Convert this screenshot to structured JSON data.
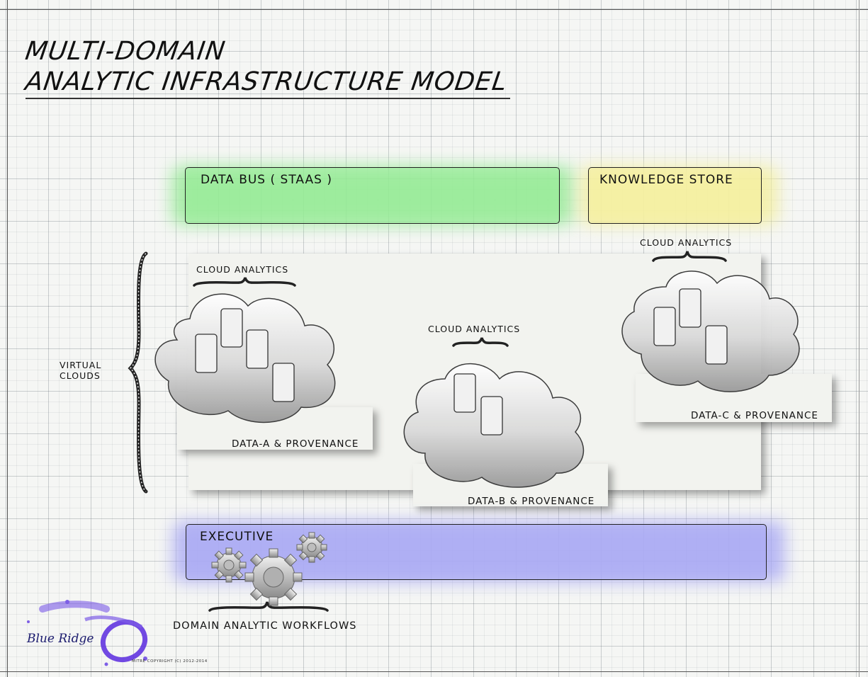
{
  "title": {
    "line1": "MULTI-DOMAIN",
    "line2": "ANALYTIC INFRASTRUCTURE MODEL"
  },
  "data_bus": {
    "label": "DATA BUS ( STAAS )",
    "color": "#8ee88e"
  },
  "knowledge_store": {
    "label": "KNOWLEDGE STORE",
    "color": "#f3ef9c"
  },
  "executive": {
    "label": "EXECUTIVE",
    "color": "#a8a8f4"
  },
  "virtual_clouds": {
    "label_line1": "VIRTUAL",
    "label_line2": "CLOUDS"
  },
  "clouds": [
    {
      "analytics_label": "CLOUD ANALYTICS",
      "provenance_label": "DATA-A & PROVENANCE"
    },
    {
      "analytics_label": "CLOUD ANALYTICS",
      "provenance_label": "DATA-B & PROVENANCE"
    },
    {
      "analytics_label": "CLOUD ANALYTICS",
      "provenance_label": "DATA-C & PROVENANCE"
    }
  ],
  "workflows_label": "DOMAIN ANALYTIC WORKFLOWS",
  "logo": {
    "text": "Blue Ridge",
    "color": "#5b2be0"
  },
  "copyright": "MITRE COPYRIGHT (C) 2012-2014",
  "icons": {
    "gears": "gear-icon",
    "braces": "curly-brace-icon",
    "logo": "blue-ridge-logo"
  }
}
